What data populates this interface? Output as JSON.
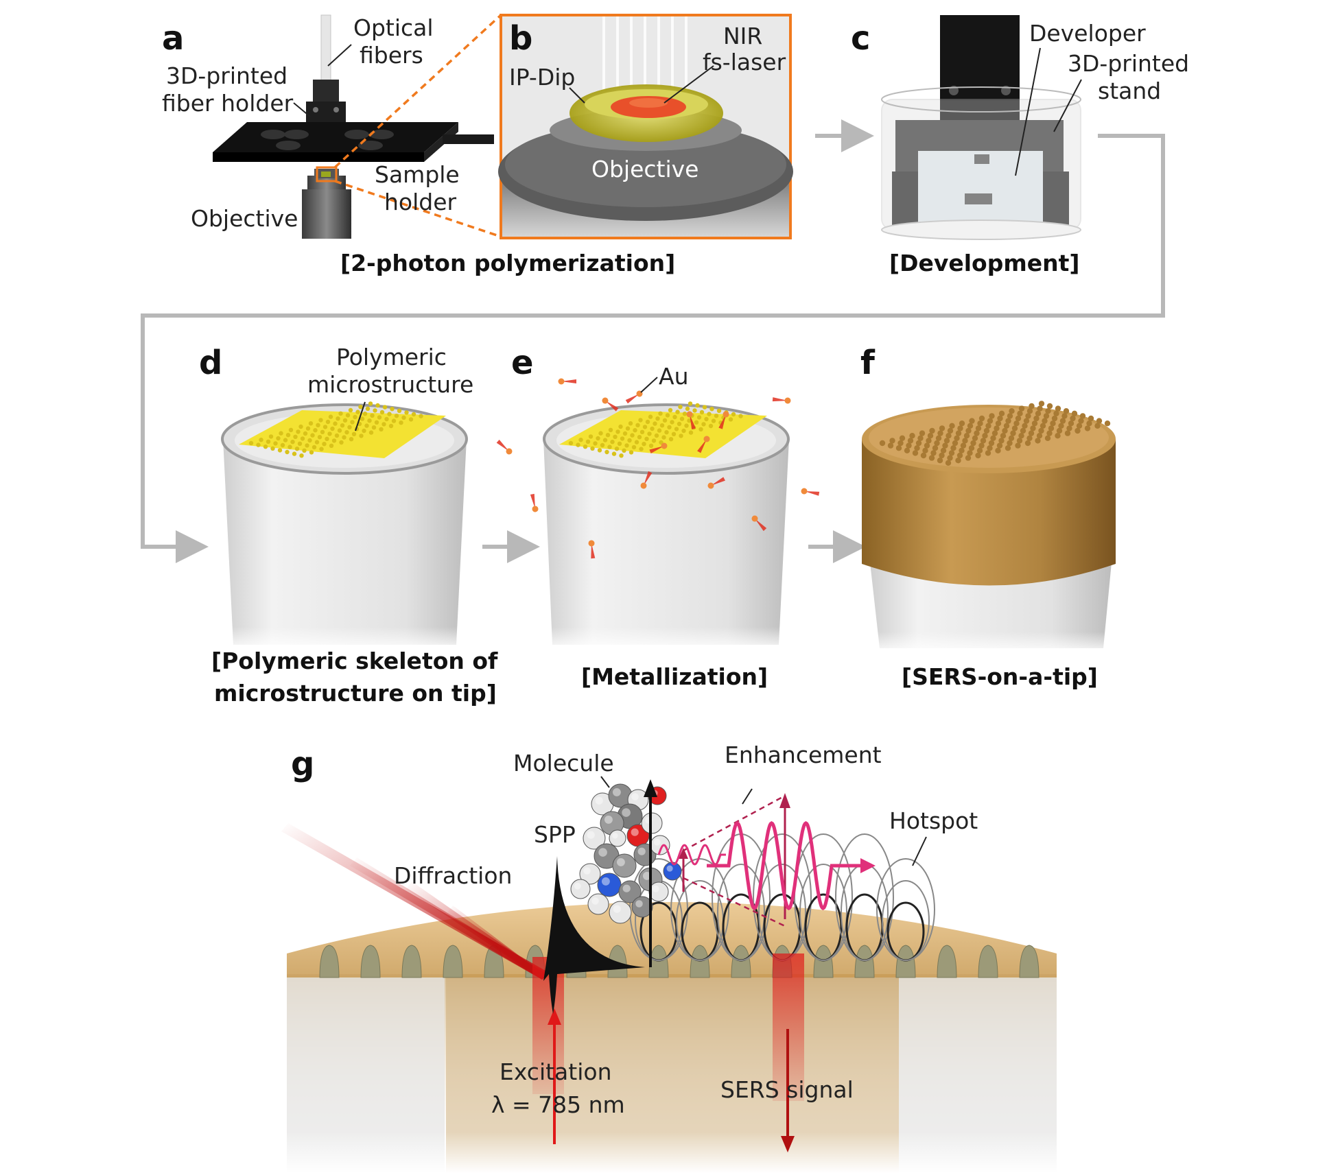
{
  "panels": {
    "a": {
      "letter": "a",
      "labels": {
        "optical_fibers": [
          "Optical",
          "fibers"
        ],
        "fiber_holder": [
          "3D-printed",
          "fiber holder"
        ],
        "sample_holder": [
          "Sample",
          "holder"
        ],
        "objective": "Objective"
      }
    },
    "b": {
      "letter": "b",
      "labels": {
        "ip_dip": "IP-Dip",
        "nir_laser": [
          "NIR",
          "fs-laser"
        ],
        "objective": "Objective"
      }
    },
    "ab_caption": "[2-photon polymerization]",
    "c": {
      "letter": "c",
      "labels": {
        "developer": "Developer",
        "stand": [
          "3D-printed",
          "stand"
        ]
      },
      "caption": "[Development]"
    },
    "d": {
      "letter": "d",
      "labels": {
        "microstructure": [
          "Polymeric",
          "microstructure"
        ]
      },
      "caption": [
        "[Polymeric skeleton of",
        "microstructure on tip]"
      ]
    },
    "e": {
      "letter": "e",
      "labels": {
        "au": "Au"
      },
      "caption": "[Metallization]"
    },
    "f": {
      "letter": "f",
      "caption": "[SERS-on-a-tip]"
    },
    "g": {
      "letter": "g",
      "labels": {
        "molecule": "Molecule",
        "enhancement": "Enhancement",
        "spp": "SPP",
        "hotspot": "Hotspot",
        "diffraction": "Diffraction",
        "excitation": "Excitation",
        "wavelength": "λ = 785 nm",
        "sers_signal": "SERS signal"
      }
    }
  },
  "colors": {
    "orange_highlight": "#f07a1e",
    "resin_yellow": "#f3e232",
    "gold": "#c9994a",
    "laser_red": "#e01818",
    "enhancement_pink": "#e0307a",
    "flow_arrow_gray": "#b8b8b8"
  }
}
